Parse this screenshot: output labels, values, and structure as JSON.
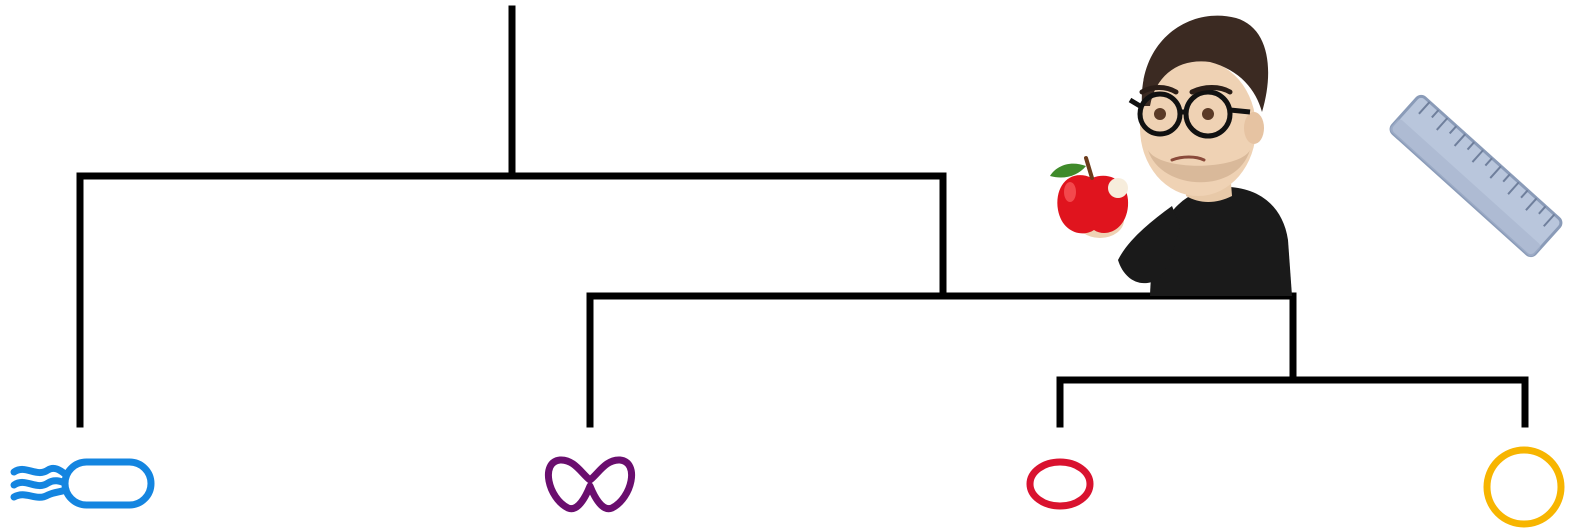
{
  "diagram": {
    "type": "tree",
    "edge_color": "#000000",
    "leaves": [
      {
        "id": "leaf-1",
        "shape": "blue-stadium-with-wavy-tail",
        "color": "#1485e0"
      },
      {
        "id": "leaf-2",
        "shape": "purple-wavy-w-loop",
        "color": "#6a0e6e"
      },
      {
        "id": "leaf-3",
        "shape": "red-small-oval",
        "color": "#d9122f"
      },
      {
        "id": "leaf-4",
        "shape": "yellow-circle",
        "color": "#f7b500"
      }
    ],
    "clades": [
      {
        "id": "root",
        "children": [
          "leaf-1",
          "clade-a"
        ]
      },
      {
        "id": "clade-a",
        "children": [
          "leaf-2",
          "clade-b"
        ]
      },
      {
        "id": "clade-b",
        "children": [
          "leaf-3",
          "leaf-4"
        ]
      }
    ],
    "decorations": [
      {
        "id": "person-with-apple",
        "icon": "person-holding-apple-icon"
      },
      {
        "id": "ruler",
        "icon": "ruler-icon"
      }
    ]
  }
}
